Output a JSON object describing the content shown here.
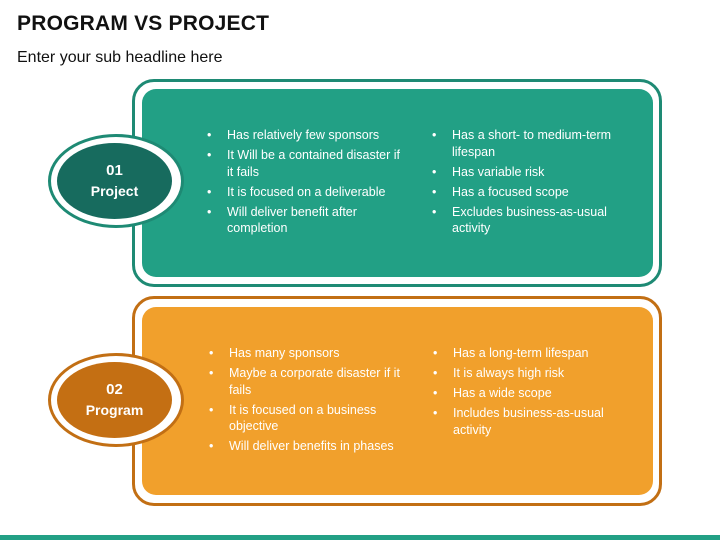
{
  "title": "PROGRAM VS PROJECT",
  "subtitle": "Enter your sub headline here",
  "colors": {
    "teal_panel": "#22a085",
    "teal_dark": "#176b5e",
    "orange_panel": "#f1a02c",
    "orange_dark": "#c46f13"
  },
  "cards": [
    {
      "number": "01",
      "label": "Project",
      "left": [
        "Has relatively few sponsors",
        "It Will be a contained disaster if it fails",
        "It is focused on a deliverable",
        "Will deliver benefit after completion"
      ],
      "right": [
        "Has a short- to medium-term lifespan",
        "Has variable risk",
        "Has a focused scope",
        "Excludes business-as-usual activity"
      ]
    },
    {
      "number": "02",
      "label": "Program",
      "left": [
        "Has many sponsors",
        "Maybe a corporate disaster if it fails",
        "It is focused on a business objective",
        "Will deliver benefits in phases"
      ],
      "right": [
        "Has a long-term lifespan",
        "It is always high risk",
        "Has a wide scope",
        "Includes business-as-usual activity"
      ]
    }
  ]
}
